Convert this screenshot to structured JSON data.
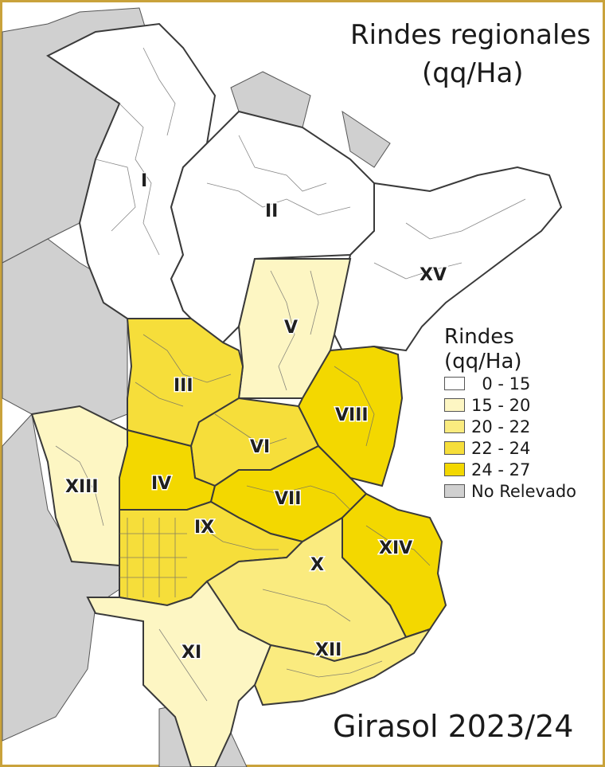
{
  "title": {
    "line1": "Rindes regionales",
    "line2": "(qq/Ha)"
  },
  "crop_label": "Girasol 2023/24",
  "legend": {
    "title_line1": "Rindes",
    "title_line2": "(qq/Ha)",
    "classes": [
      {
        "range": "0 - 15",
        "color": "#ffffff"
      },
      {
        "range": "15 - 20",
        "color": "#fdf6c3"
      },
      {
        "range": "20 - 22",
        "color": "#faeb7f"
      },
      {
        "range": "22 - 24",
        "color": "#f6de3a"
      },
      {
        "range": "24 - 27",
        "color": "#f3d800"
      },
      {
        "range": "No Relevado",
        "color": "#d0d0d0"
      }
    ]
  },
  "regions": [
    {
      "id": "I",
      "range": "0 - 15"
    },
    {
      "id": "II",
      "range": "0 - 15"
    },
    {
      "id": "III",
      "range": "22 - 24"
    },
    {
      "id": "IV",
      "range": "24 - 27"
    },
    {
      "id": "V",
      "range": "15 - 20"
    },
    {
      "id": "VI",
      "range": "22 - 24"
    },
    {
      "id": "VII",
      "range": "24 - 27"
    },
    {
      "id": "VIII",
      "range": "24 - 27"
    },
    {
      "id": "IX",
      "range": "22 - 24"
    },
    {
      "id": "X",
      "range": "20 - 22"
    },
    {
      "id": "XI",
      "range": "15 - 20"
    },
    {
      "id": "XII",
      "range": "20 - 22"
    },
    {
      "id": "XIII",
      "range": "15 - 20"
    },
    {
      "id": "XIV",
      "range": "24 - 27"
    },
    {
      "id": "XV",
      "range": "0 - 15"
    }
  ],
  "colors": {
    "frame": "#c9a23b",
    "no_data": "#d0d0d0",
    "border": "#3a3a3a"
  }
}
